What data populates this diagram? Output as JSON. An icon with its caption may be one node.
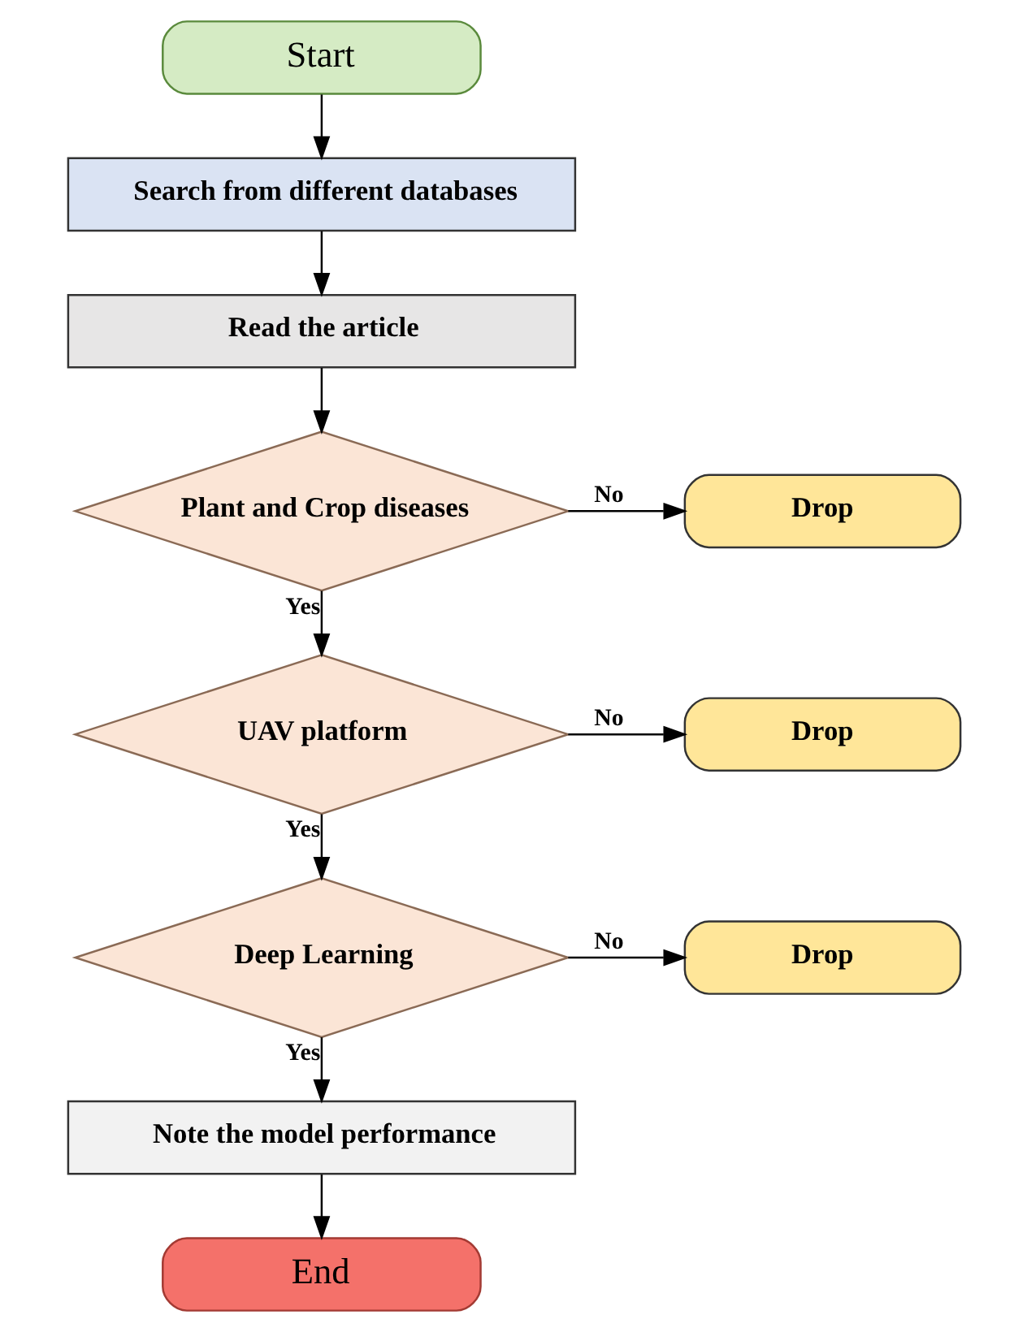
{
  "diagram": {
    "nodes": [
      {
        "text": [
          "Start"
        ]
      },
      {
        "text": [
          "Search from different databases"
        ]
      },
      {
        "text": [
          "Read the article"
        ]
      },
      {
        "text": [
          "Plant and Crop diseases"
        ]
      },
      {
        "text": [
          "Drop"
        ]
      },
      {
        "text": [
          "UAV platform"
        ]
      },
      {
        "text": [
          "Drop"
        ]
      },
      {
        "text": [
          "Deep Learning"
        ]
      },
      {
        "text": [
          "Drop"
        ]
      },
      {
        "text": [
          "Note the model performance"
        ]
      },
      {
        "text": [
          "End"
        ]
      }
    ],
    "edges": [
      {
        "from": 0,
        "to": 1,
        "arrow": "to"
      },
      {
        "from": 1,
        "to": 2,
        "arrow": "to"
      },
      {
        "from": 2,
        "to": 3,
        "arrow": "to"
      },
      {
        "from": 3,
        "to": 4,
        "arrow": "to",
        "label": "No"
      },
      {
        "from": 3,
        "to": 5,
        "arrow": "to",
        "label": "Yes"
      },
      {
        "from": 5,
        "to": 6,
        "arrow": "to",
        "label": "No"
      },
      {
        "from": 5,
        "to": 7,
        "arrow": "to",
        "label": "Yes"
      },
      {
        "from": 7,
        "to": 8,
        "arrow": "to",
        "label": "No"
      },
      {
        "from": 7,
        "to": 9,
        "arrow": "to",
        "label": "Yes"
      },
      {
        "from": 9,
        "to": 10,
        "arrow": "to"
      }
    ]
  }
}
